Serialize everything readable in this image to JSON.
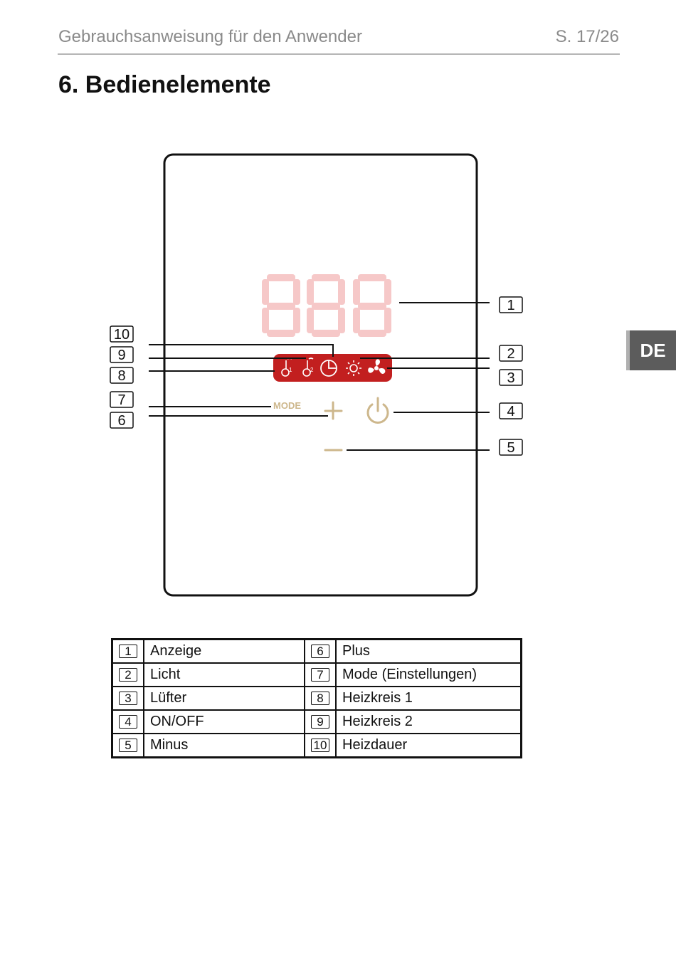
{
  "header": {
    "title": "Gebrauchsanweisung für den Anwender",
    "page": "S. 17/26"
  },
  "section_title": "6. Bedienelemente",
  "lang_tab": "DE",
  "panel": {
    "display_digits": "888",
    "mode_label": "MODE",
    "icons": [
      "heating-circuit-1-icon",
      "heating-circuit-2-icon",
      "heating-time-icon",
      "light-icon",
      "fan-icon",
      "plus-icon",
      "power-icon",
      "minus-icon"
    ],
    "colors": {
      "display_segments": "#f6c8c8",
      "icon_bar": "#c21f1f",
      "touch_keys": "#cdb78c"
    }
  },
  "callouts": [
    "1",
    "2",
    "3",
    "4",
    "5",
    "6",
    "7",
    "8",
    "9",
    "10"
  ],
  "legend": [
    {
      "n1": "1",
      "t1": "Anzeige",
      "n2": "6",
      "t2": "Plus"
    },
    {
      "n1": "2",
      "t1": "Licht",
      "n2": "7",
      "t2": "Mode (Einstellungen)"
    },
    {
      "n1": "3",
      "t1": "Lüfter",
      "n2": "8",
      "t2": "Heizkreis 1"
    },
    {
      "n1": "4",
      "t1": "ON/OFF",
      "n2": "9",
      "t2": "Heizkreis 2"
    },
    {
      "n1": "5",
      "t1": "Minus",
      "n2": "10",
      "t2": "Heizdauer"
    }
  ]
}
